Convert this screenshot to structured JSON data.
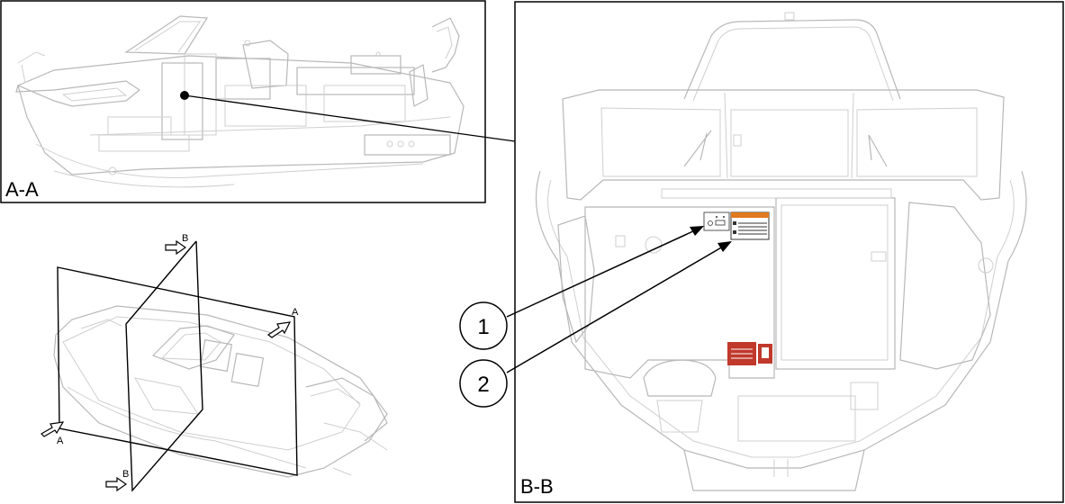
{
  "views": {
    "section_aa": {
      "label": "A-A"
    },
    "section_bb": {
      "label": "B-B"
    },
    "overview": {
      "cut_a_top": "A",
      "cut_a_bottom": "A",
      "cut_b_top": "B",
      "cut_b_bottom": "B"
    }
  },
  "callouts": [
    {
      "number": "1"
    },
    {
      "number": "2"
    }
  ],
  "colors": {
    "frame": "#000000",
    "outline": "#b8b8b8",
    "warning_label": "#e07a1f",
    "capacity_plate": "#c0392b"
  }
}
